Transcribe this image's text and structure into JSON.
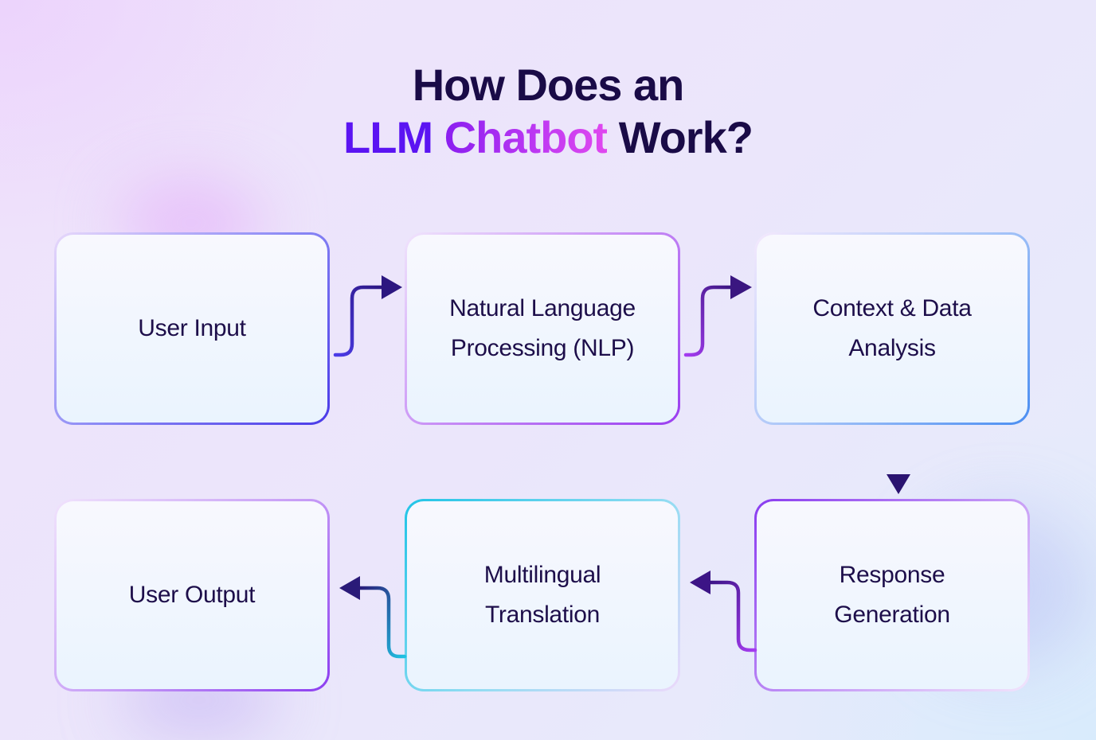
{
  "title": {
    "line1": "How Does an",
    "line2_part1": "LLM",
    "line2_part2": "Chatbot",
    "line2_part3": "Work?"
  },
  "colors": {
    "heading_dark": "#1a0b47",
    "accent_blue_violet": "#5b14f2",
    "accent_magenta": "#c03af2",
    "box_text": "#1d0e4a",
    "arrow_dark": "#2a1370"
  },
  "steps": [
    {
      "id": "user-input",
      "label": "User Input"
    },
    {
      "id": "nlp",
      "label": "Natural Language Processing (NLP)"
    },
    {
      "id": "context",
      "label": "Context & Data Analysis"
    },
    {
      "id": "response",
      "label": "Response Generation"
    },
    {
      "id": "translation",
      "label": "Multilingual Translation"
    },
    {
      "id": "user-output",
      "label": "User Output"
    }
  ],
  "connections": [
    {
      "from": "User Input",
      "to": "Natural Language Processing (NLP)"
    },
    {
      "from": "Natural Language Processing (NLP)",
      "to": "Context & Data Analysis"
    },
    {
      "from": "Context & Data Analysis",
      "to": "Response Generation"
    },
    {
      "from": "Response Generation",
      "to": "Multilingual Translation"
    },
    {
      "from": "Multilingual Translation",
      "to": "User Output"
    }
  ]
}
